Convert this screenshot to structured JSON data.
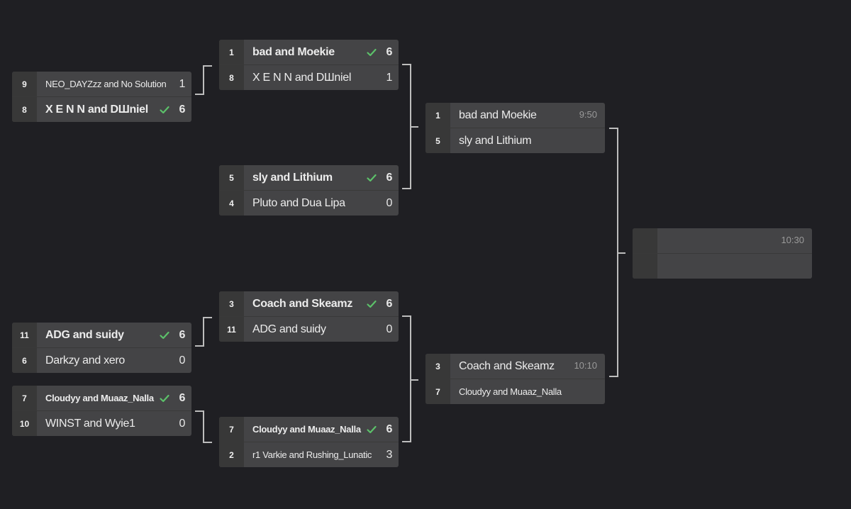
{
  "colors": {
    "background": "#1f1f23",
    "card": "#444446",
    "seed_bg": "#383838",
    "check": "#5cc16a",
    "connector": "#bdbdbd"
  },
  "matches": [
    {
      "id": "r1-m1",
      "time": "",
      "teams": [
        {
          "seed": "9",
          "name": "NEO_DAYZzz and No Solution",
          "score": "1",
          "winner": false,
          "small": true
        },
        {
          "seed": "8",
          "name": "X E N N and DШniel",
          "score": "6",
          "winner": true,
          "small": false
        }
      ]
    },
    {
      "id": "r1-m2",
      "time": "",
      "teams": [
        {
          "seed": "11",
          "name": "ADG and suidy",
          "score": "6",
          "winner": true,
          "small": false
        },
        {
          "seed": "6",
          "name": "Darkzy and xero",
          "score": "0",
          "winner": false,
          "small": false
        }
      ]
    },
    {
      "id": "r1-m3",
      "time": "",
      "teams": [
        {
          "seed": "7",
          "name": "Cloudyy and Muaaz_Nalla",
          "score": "6",
          "winner": true,
          "small": true
        },
        {
          "seed": "10",
          "name": "WINST and Wyie1",
          "score": "0",
          "winner": false,
          "small": false
        }
      ]
    },
    {
      "id": "r2-m1",
      "time": "",
      "teams": [
        {
          "seed": "1",
          "name": "bad and Moekie",
          "score": "6",
          "winner": true,
          "small": false
        },
        {
          "seed": "8",
          "name": "X E N N and DШniel",
          "score": "1",
          "winner": false,
          "small": false
        }
      ]
    },
    {
      "id": "r2-m2",
      "time": "",
      "teams": [
        {
          "seed": "5",
          "name": "sly and Lithium",
          "score": "6",
          "winner": true,
          "small": false
        },
        {
          "seed": "4",
          "name": "Pluto and Dua Lipa",
          "score": "0",
          "winner": false,
          "small": false
        }
      ]
    },
    {
      "id": "r2-m3",
      "time": "",
      "teams": [
        {
          "seed": "3",
          "name": "Coach and Skeamz",
          "score": "6",
          "winner": true,
          "small": false
        },
        {
          "seed": "11",
          "name": "ADG and suidy",
          "score": "0",
          "winner": false,
          "small": false
        }
      ]
    },
    {
      "id": "r2-m4",
      "time": "",
      "teams": [
        {
          "seed": "7",
          "name": "Cloudyy and Muaaz_Nalla",
          "score": "6",
          "winner": true,
          "small": true
        },
        {
          "seed": "2",
          "name": "r1 Varkie and Rushing_Lunatic",
          "score": "3",
          "winner": false,
          "small": true
        }
      ]
    },
    {
      "id": "r3-m1",
      "time": "9:50",
      "teams": [
        {
          "seed": "1",
          "name": "bad and Moekie",
          "score": "",
          "winner": false,
          "small": false
        },
        {
          "seed": "5",
          "name": "sly and Lithium",
          "score": "",
          "winner": false,
          "small": false
        }
      ]
    },
    {
      "id": "r3-m2",
      "time": "10:10",
      "teams": [
        {
          "seed": "3",
          "name": "Coach and Skeamz",
          "score": "",
          "winner": false,
          "small": false
        },
        {
          "seed": "7",
          "name": "Cloudyy and Muaaz_Nalla",
          "score": "",
          "winner": false,
          "small": true
        }
      ]
    },
    {
      "id": "final",
      "time": "10:30",
      "teams": [
        {
          "seed": "",
          "name": "",
          "score": "",
          "winner": false,
          "small": false
        },
        {
          "seed": "",
          "name": "",
          "score": "",
          "winner": false,
          "small": false
        }
      ]
    }
  ]
}
